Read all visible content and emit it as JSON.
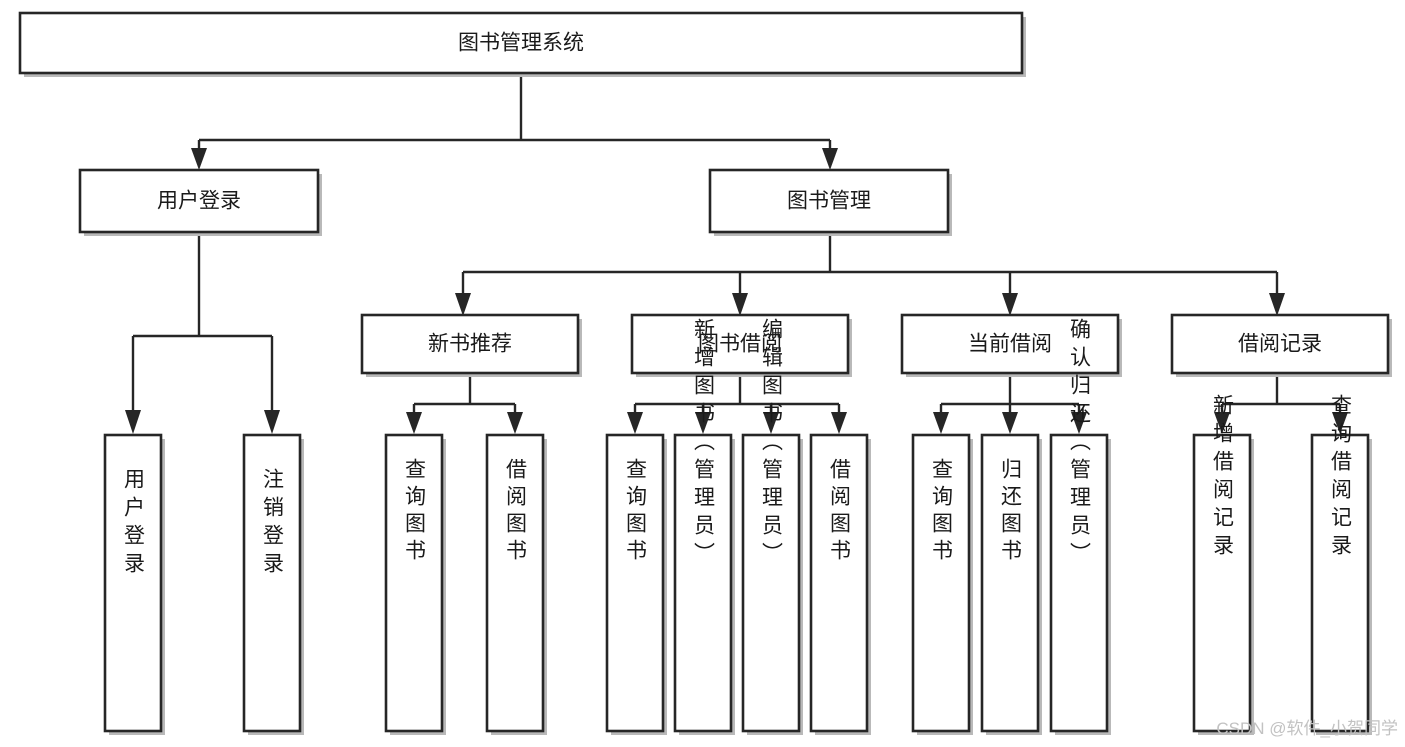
{
  "diagram": {
    "type": "tree-hierarchy",
    "orientation": "top-down",
    "title": "图书管理系统",
    "style": {
      "box_fill": "#ffffff",
      "box_stroke": "#262626",
      "connector_color": "#262626",
      "text_color": "#1a1a1a",
      "background": "#ffffff",
      "watermark_color": "#c2c2c2"
    },
    "levels": [
      {
        "level": 1,
        "nodes": [
          {
            "id": "root",
            "label": "图书管理系统",
            "orientation": "horizontal"
          }
        ]
      },
      {
        "level": 2,
        "nodes": [
          {
            "id": "login",
            "label": "用户登录",
            "orientation": "horizontal",
            "parent": "root"
          },
          {
            "id": "bookmgmt",
            "label": "图书管理",
            "orientation": "horizontal",
            "parent": "root"
          }
        ]
      },
      {
        "level": 3,
        "nodes": [
          {
            "id": "newbook",
            "label": "新书推荐",
            "orientation": "horizontal",
            "parent": "bookmgmt"
          },
          {
            "id": "borrow",
            "label": "图书借阅",
            "orientation": "horizontal",
            "parent": "bookmgmt"
          },
          {
            "id": "current",
            "label": "当前借阅",
            "orientation": "horizontal",
            "parent": "bookmgmt"
          },
          {
            "id": "records",
            "label": "借阅记录",
            "orientation": "horizontal",
            "parent": "bookmgmt"
          }
        ]
      },
      {
        "level": 4,
        "nodes": [
          {
            "id": "leaf1",
            "label": "用户登录",
            "orientation": "vertical",
            "parent": "login"
          },
          {
            "id": "leaf2",
            "label": "注销登录",
            "orientation": "vertical",
            "parent": "login"
          },
          {
            "id": "leaf3",
            "label": "查询图书",
            "orientation": "vertical",
            "parent": "newbook"
          },
          {
            "id": "leaf4",
            "label": "借阅图书",
            "orientation": "vertical",
            "parent": "newbook"
          },
          {
            "id": "leaf5",
            "label": "查询图书",
            "orientation": "vertical",
            "parent": "borrow"
          },
          {
            "id": "leaf6",
            "label": "新增图书（管理员）",
            "orientation": "vertical",
            "parent": "borrow"
          },
          {
            "id": "leaf7",
            "label": "编辑图书（管理员）",
            "orientation": "vertical",
            "parent": "borrow"
          },
          {
            "id": "leaf8",
            "label": "借阅图书",
            "orientation": "vertical",
            "parent": "borrow"
          },
          {
            "id": "leaf9",
            "label": "查询图书",
            "orientation": "vertical",
            "parent": "current"
          },
          {
            "id": "leaf10",
            "label": "归还图书",
            "orientation": "vertical",
            "parent": "current"
          },
          {
            "id": "leaf11",
            "label": "确认归还（管理员）",
            "orientation": "vertical",
            "parent": "current"
          },
          {
            "id": "leaf12",
            "label": "新增借阅记录",
            "orientation": "vertical",
            "parent": "records"
          },
          {
            "id": "leaf13",
            "label": "查询借阅记录",
            "orientation": "vertical",
            "parent": "records"
          }
        ]
      }
    ]
  },
  "watermark": {
    "text": "CSDN @软件_小贺同学"
  }
}
